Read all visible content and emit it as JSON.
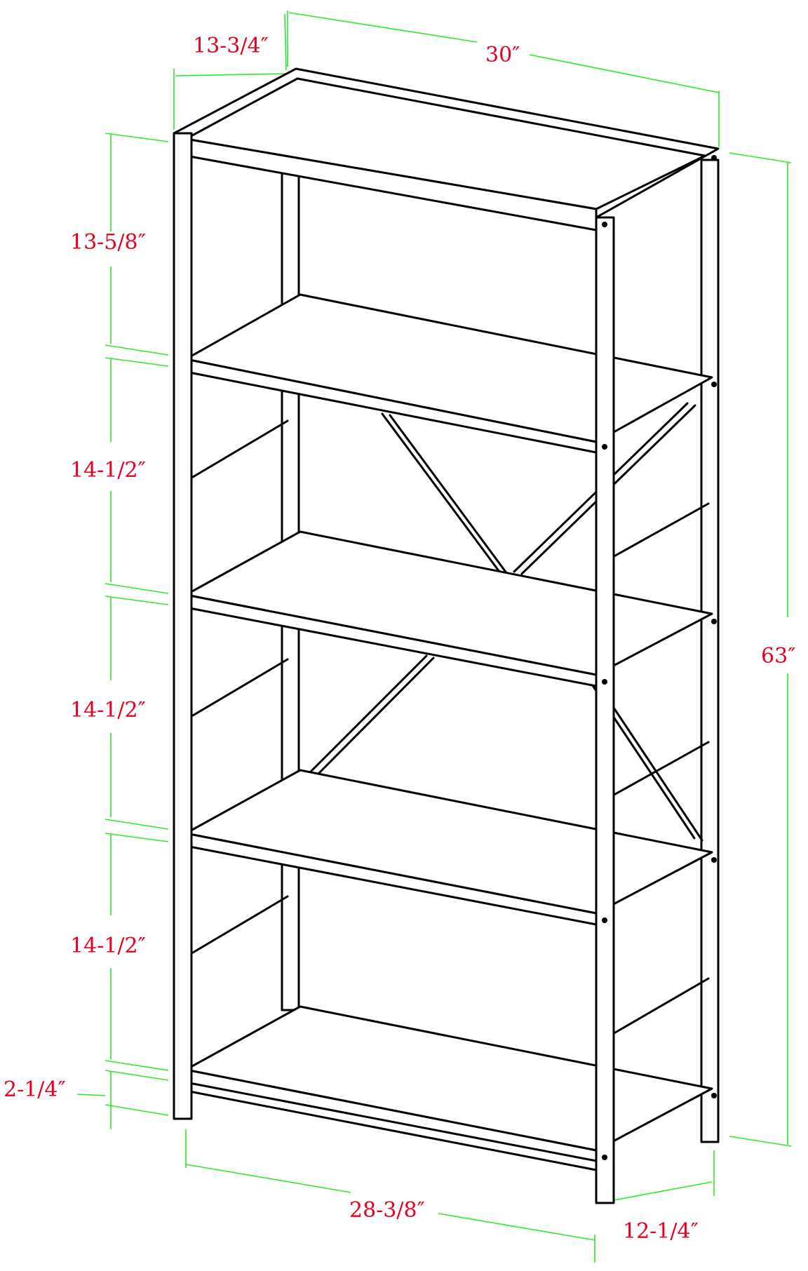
{
  "dimensions": {
    "depth_top": "13-3/4″",
    "width_top": "30″",
    "shelf_1": "13-5/8″",
    "shelf_2": "14-1/2″",
    "shelf_3": "14-1/2″",
    "shelf_4": "14-1/2″",
    "clearance": "2-1/4″",
    "height": "63″",
    "inner_width": "28-3/8″",
    "depth_bottom": "12-1/4″"
  },
  "colors": {
    "dimension_line": "#2ee82e",
    "dimension_text": "#e8001c",
    "drawing_line": "#000000"
  }
}
